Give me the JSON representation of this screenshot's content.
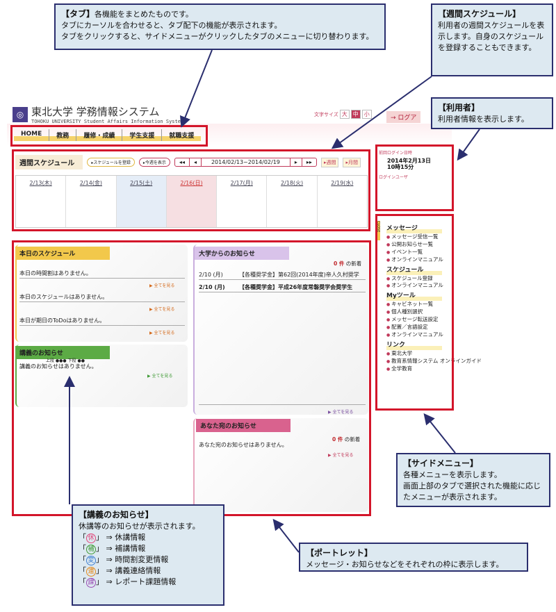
{
  "callouts": {
    "tab": {
      "title": "【タブ】",
      "lines": [
        "各機能をまとめたものです。",
        "タブにカーソルを合わせると、タブ配下の機能が表示されます。",
        "タブをクリックすると、サイドメニューがクリックしたタブのメニューに切り替わります。"
      ]
    },
    "weekly": {
      "title": "【週間スケジュール】",
      "body": "利用者の週間スケジュールを表示します。自身のスケジュールを登録することもできます。"
    },
    "user": {
      "title": "【利用者】",
      "body": "利用者情報を表示します。"
    },
    "side": {
      "title": "【サイドメニュー】",
      "lines": [
        "各種メニューを表示します。",
        "画面上部のタブで選択された機能に応じたメニューが表示されます。"
      ]
    },
    "portlet": {
      "title": "【ポートレット】",
      "body": "メッセージ・お知らせなどをそれぞれの枠に表示します。"
    },
    "lecture": {
      "title": "【講義のお知らせ】",
      "body": "休講等のお知らせが表示されます。",
      "legend": [
        {
          "mark": "休",
          "color": "#e0457a",
          "label": "休講情報"
        },
        {
          "mark": "補",
          "color": "#3f9a35",
          "label": "補講情報"
        },
        {
          "mark": "変",
          "color": "#3f7fd0",
          "label": "時間割変更情報"
        },
        {
          "mark": "連",
          "color": "#e68a1c",
          "label": "講義連絡情報"
        },
        {
          "mark": "課",
          "color": "#9b4db5",
          "label": "レポート課題情報"
        }
      ],
      "arrow": "⇒"
    }
  },
  "header": {
    "title": "東北大学 学務情報システム",
    "subtitle": "TOHOKU UNIVERSITY  Student Affairs Information System",
    "font_size_label": "文字サイズ",
    "sizes": [
      "大",
      "中",
      "小"
    ],
    "logout": "→ ログア"
  },
  "tabs": [
    "HOME",
    "教務",
    "履修・成績",
    "学生支援",
    "就職支援"
  ],
  "weekly": {
    "title": "週間スケジュール",
    "register": "▸スケジュールを登録",
    "this_week": "▸今週を表示",
    "first": "◂◂",
    "prev": "◂",
    "range": "2014/02/13~2014/02/19",
    "next": "▸",
    "last": "▸▸",
    "week": "▸週間",
    "month": "▸月間",
    "days": [
      "2/13(木)",
      "2/14(金)",
      "2/15(土)",
      "2/16(日)",
      "2/17(月)",
      "2/18(火)",
      "2/19(水)"
    ]
  },
  "user": {
    "last_login_label": "前回ログイン日時",
    "date": "2014年2月13日",
    "time": "10時15分",
    "login_user_label": "ログインユーザ"
  },
  "side": {
    "close": "CLOSE",
    "groups": [
      {
        "title": "メッセージ",
        "items": [
          "メッセージ受信一覧",
          "公開お知らせ一覧",
          "イベント一覧",
          "オンラインマニュアル"
        ]
      },
      {
        "title": "スケジュール",
        "items": [
          "スケジュール登録",
          "オンラインマニュアル"
        ]
      },
      {
        "title": "Myツール",
        "items": [
          "キャビネット一覧",
          "個人種別選択",
          "メッセージ転送設定",
          "配置／言語設定",
          "オンラインマニュアル"
        ]
      },
      {
        "title": "リンク",
        "items": [
          "東北大学",
          "教育系情報システム オンラインガイド",
          "全学教育"
        ]
      }
    ]
  },
  "portlets": {
    "today": {
      "title": "本日のスケジュール",
      "msgs": [
        "本日の時間割はありません。",
        "本日のスケジュールはありません。",
        "本日が期日のToDoはありません。"
      ],
      "more": "全てを見る"
    },
    "lecture": {
      "title": "講義のお知らせ",
      "legend_top": "上段",
      "legend_bottom": "下段",
      "msg": "講義のお知らせはありません。",
      "more": "全てを見る"
    },
    "univ": {
      "title": "大学からのお知らせ",
      "count": "0 件",
      "count_suffix": "の新着",
      "items": [
        {
          "date": "2/10 (月)",
          "text": "【各種奨学金】第62回(2014年度)帝人久村奨学"
        },
        {
          "date": "2/10 (月)",
          "text": "【各種奨学金】平成26年度常磐奨学会奨学生"
        }
      ],
      "more": "全てを見る"
    },
    "you": {
      "title": "あなた宛のお知らせ",
      "count": "0 件",
      "count_suffix": "の新着",
      "msg": "あなた宛のお知らせはありません。",
      "more": "全てを見る"
    }
  }
}
